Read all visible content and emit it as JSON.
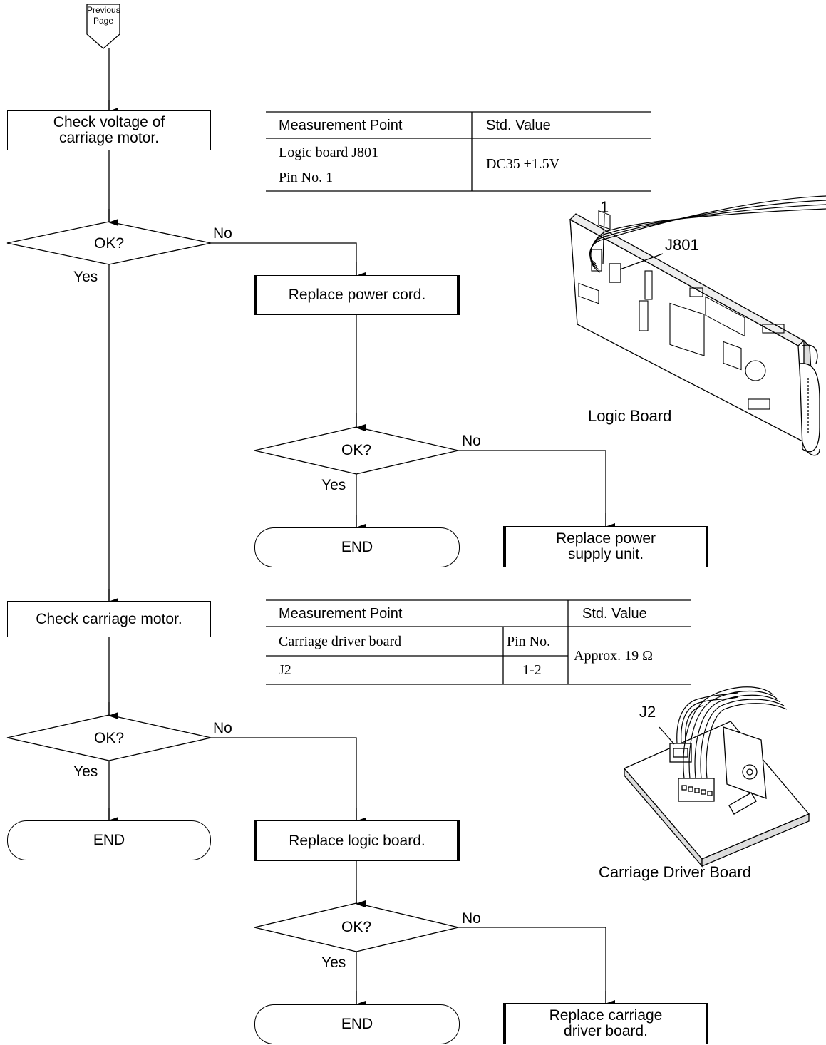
{
  "flow": {
    "previous_page": "Previous Page",
    "check_voltage": "Check voltage of carriage motor.",
    "ok": "OK?",
    "yes": "Yes",
    "no": "No",
    "replace_power_cord": "Replace power cord.",
    "end": "END",
    "replace_power_supply": "Replace power supply unit.",
    "check_carriage_motor": "Check carriage motor.",
    "replace_logic_board": "Replace logic board.",
    "replace_carriage_driver": "Replace carriage driver board."
  },
  "table1": {
    "col1": "Measurement Point",
    "col2": "Std. Value",
    "row1": "Logic board J801",
    "row2": "Pin No. 1",
    "value": "DC35 ±1.5V"
  },
  "table2": {
    "col1": "Measurement Point",
    "col2": "Std. Value",
    "board": "Carriage driver board",
    "pin_header": "Pin No.",
    "connector": "J2",
    "pins": "1-2",
    "value": "Approx. 19 Ω"
  },
  "figures": {
    "logic_board_caption": "Logic Board",
    "logic_pin_label": "1",
    "logic_connector_label": "J801",
    "driver_board_caption": "Carriage Driver Board",
    "driver_connector_label": "J2"
  }
}
